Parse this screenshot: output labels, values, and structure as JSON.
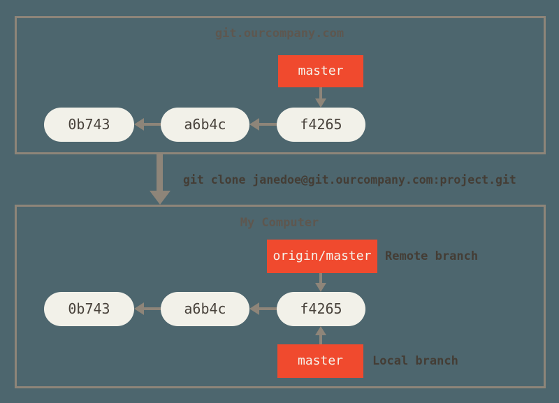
{
  "colors": {
    "background": "#4d666e",
    "box-border": "#8e8579",
    "arrow": "#8e8579",
    "node-fill": "#f2f1e9",
    "node-text": "#48423b",
    "branch-fill": "#f04a2e",
    "branch-text": "#f5f2ea",
    "title-text": "#5e574f",
    "caption-text": "#443d35"
  },
  "remote_repo": {
    "title": "git.ourcompany.com",
    "branch_label": "master",
    "commits": [
      "0b743",
      "a6b4c",
      "f4265"
    ]
  },
  "clone_command": "git clone janedoe@git.ourcompany.com:project.git",
  "local_repo": {
    "title": "My Computer",
    "remote_tracking_branch": "origin/master",
    "remote_branch_caption": "Remote branch",
    "local_branch": "master",
    "local_branch_caption": "Local branch",
    "commits": [
      "0b743",
      "a6b4c",
      "f4265"
    ]
  }
}
